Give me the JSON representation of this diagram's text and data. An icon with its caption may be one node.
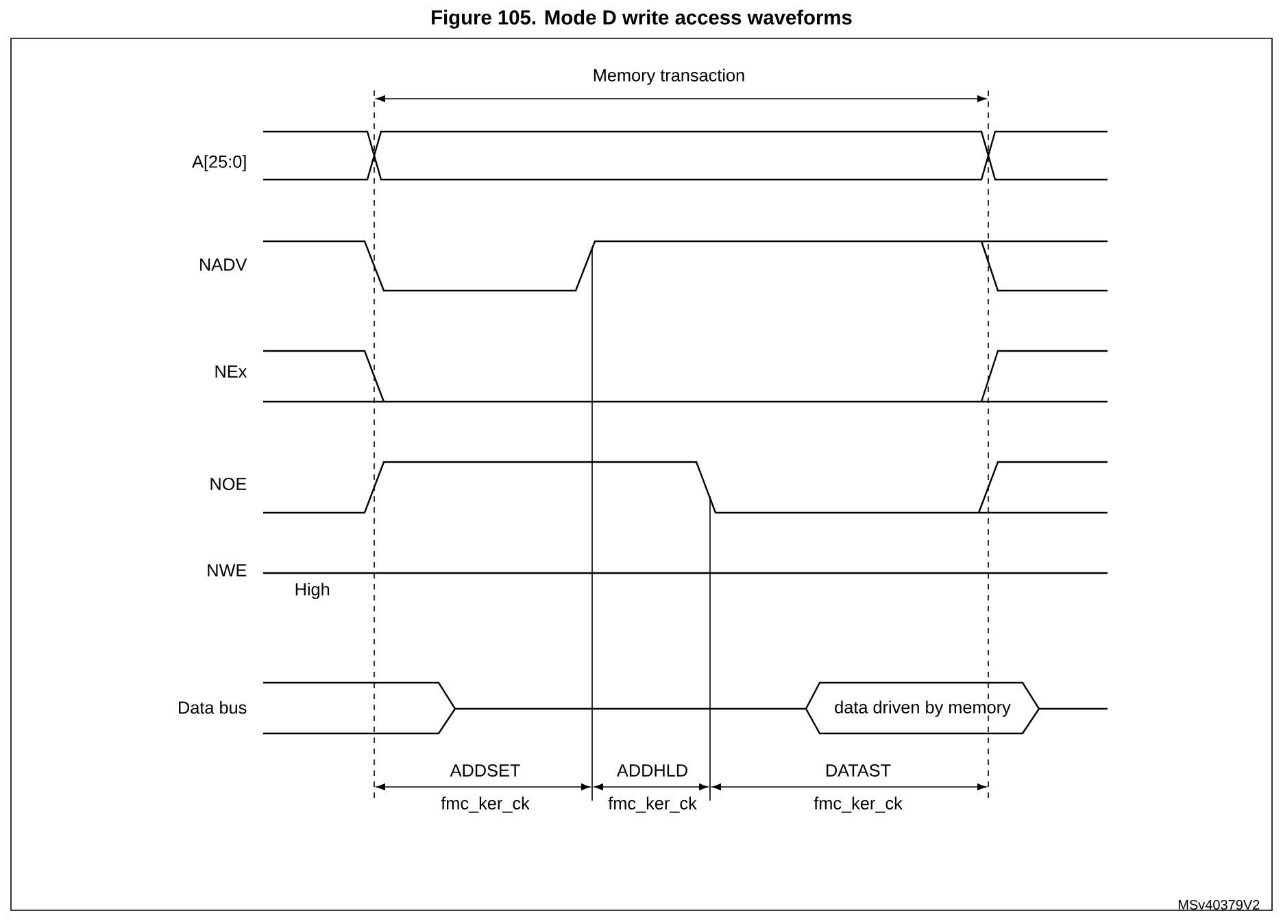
{
  "diagram": {
    "title": "Figure 105. Mode D write access waveforms",
    "nodes": [
      {
        "text": [
          "data driven by memory"
        ]
      }
    ],
    "edges": [],
    "labels": [
      "Memory transaction",
      "A[25:0]",
      "NADV",
      "NEx",
      "NOE",
      "NWE",
      "High",
      "Data bus",
      "ADDSET",
      "ADDHLD",
      "DATAST",
      "fmc_ker_ck",
      "fmc_ker_ck",
      "fmc_ker_ck",
      "MSv40379V2"
    ]
  }
}
